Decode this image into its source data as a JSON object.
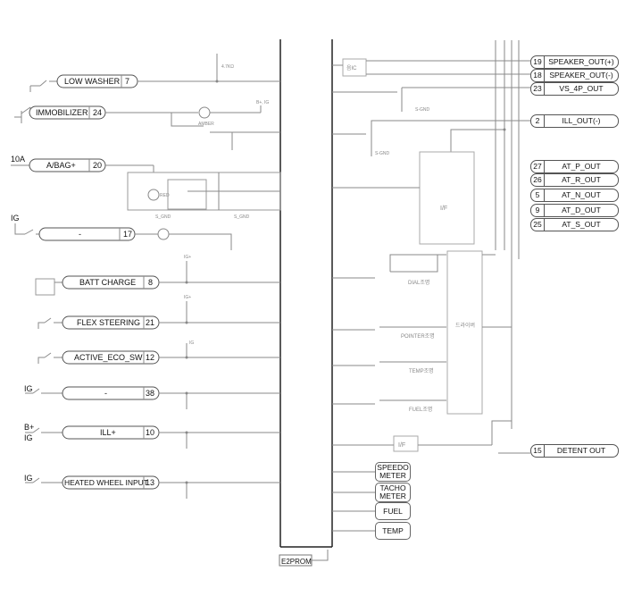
{
  "diagram": {
    "title": "Cluster Circuit Diagram",
    "left_inputs": [
      {
        "pin": "7",
        "label": "LOW WASHER",
        "source": "",
        "note": "4.7KΩ"
      },
      {
        "pin": "24",
        "label": "IMMOBILIZER",
        "source": "",
        "note": "AMBER",
        "supply": "B+, IG"
      },
      {
        "pin": "20",
        "label": "A/BAG+",
        "source": "10A",
        "note": "RED",
        "gnd": "S_GND"
      },
      {
        "pin": "17",
        "label": "-",
        "source": "IG"
      },
      {
        "pin": "8",
        "label": "BATT CHARGE",
        "source": "",
        "supply": "IG+"
      },
      {
        "pin": "21",
        "label": "FLEX STEERING",
        "source": "",
        "supply": "IG+"
      },
      {
        "pin": "12",
        "label": "ACTIVE_ECO_SW",
        "source": "",
        "supply": "IG"
      },
      {
        "pin": "38",
        "label": "-",
        "source": "IG"
      },
      {
        "pin": "10",
        "label": "ILL+",
        "source": "B+ / IG"
      },
      {
        "pin": "13",
        "label": "HEATED WHEEL INPUT",
        "source": "IG"
      }
    ],
    "right_outputs": [
      {
        "pin": "19",
        "label": "SPEAKER_OUT(+)"
      },
      {
        "pin": "18",
        "label": "SPEAKER_OUT(-)"
      },
      {
        "pin": "23",
        "label": "VS_4P_OUT"
      },
      {
        "pin": "2",
        "label": "ILL_OUT(-)"
      },
      {
        "pin": "27",
        "label": "AT_P_OUT"
      },
      {
        "pin": "26",
        "label": "AT_R_OUT"
      },
      {
        "pin": "5",
        "label": "AT_N_OUT"
      },
      {
        "pin": "9",
        "label": "AT_D_OUT"
      },
      {
        "pin": "25",
        "label": "AT_S_OUT"
      },
      {
        "pin": "15",
        "label": "DETENT OUT"
      }
    ],
    "blocks": {
      "sound_ic": "음IC",
      "if_block": "I/F",
      "if_block2": "I/F",
      "driver": "드라이버",
      "e2prom": "E2PROM",
      "s_gnd": "S-GND"
    },
    "lamp_groups": [
      "DIAL조명",
      "POINTER조명",
      "TEMP조명",
      "FUEL조명"
    ],
    "gauges": [
      {
        "line1": "SPEEDO",
        "line2": "METER"
      },
      {
        "line1": "TACHO",
        "line2": "METER"
      },
      {
        "line1": "FUEL",
        "line2": ""
      },
      {
        "line1": "TEMP",
        "line2": ""
      }
    ]
  }
}
